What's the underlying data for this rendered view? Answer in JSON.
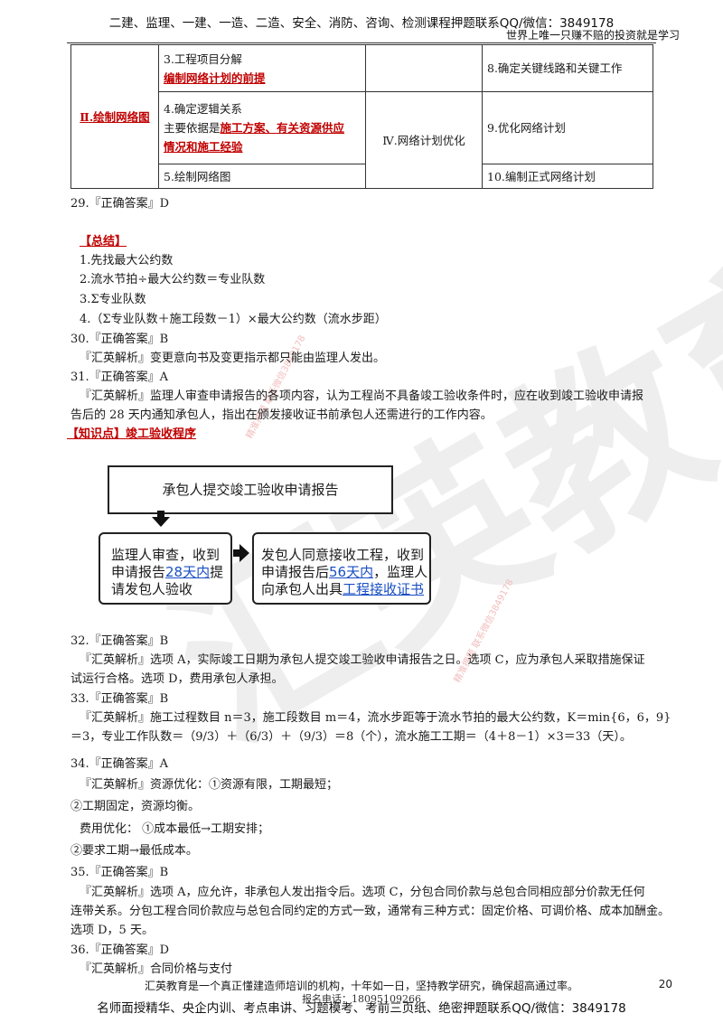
{
  "header": {
    "title": "二建、监理、一建、一造、二造、安全、消防、咨询、检测课程押题联系QQ/微信：3849178",
    "subtitle": "世界上唯一只赚不赔的投资就是学习"
  },
  "table": {
    "section2_label": "Ⅱ.绘制网络图",
    "step3_label": "3.工程项目分解",
    "step3_note": "编制网络计划的前提",
    "step4_label": "4.确定逻辑关系",
    "step4_prefix": "主要依据是",
    "step4_red1": "施工方案、有关资源供应",
    "step4_red2": "情况和施工经验",
    "step5_label": "5.绘制网络图",
    "section4_label": "Ⅳ.网络计划优化",
    "step8_label": "8.确定关键线路和关键工作",
    "step9_label": "9.优化网络计划",
    "step10_label": "10.编制正式网络计划"
  },
  "content": {
    "q29_answer": "29.『正确答案』D",
    "summary_title": "【总结】",
    "summary_1": "1.先找最大公约数",
    "summary_2": "2.流水节拍÷最大公约数＝专业队数",
    "summary_3": "3.Σ专业队数",
    "summary_4": "4.（Σ专业队数＋施工段数－1）×最大公约数（流水步距）",
    "q30_answer": "30.『正确答案』B",
    "q30_analysis": "『汇英解析』变更意向书及变更指示都只能由监理人发出。",
    "q31_answer": "31.『正确答案』A",
    "q31_analysis_1": "『汇英解析』监理人审查申请报告的各项内容，认为工程尚不具备竣工验收条件时，应在收到竣工验收申请报",
    "q31_analysis_2": "告后的 28 天内通知承包人，指出在颁发接收证书前承包人还需进行的工作内容。",
    "knowledge_title": "【知识点】竣工验收程序",
    "q32_answer": "32.『正确答案』B",
    "q32_analysis_1": "『汇英解析』选项 A，实际竣工日期为承包人提交竣工验收申请报告之日。选项 C，应为承包人采取措施保证",
    "q32_analysis_2": "试运行合格。选项 D，费用承包人承担。",
    "q33_answer": "33.『正确答案』B",
    "q33_analysis_1": "『汇英解析』施工过程数目 n＝3，施工段数目 m＝4，流水步距等于流水节拍的最大公约数，K＝min{6，6，9}",
    "q33_analysis_2": "＝3，专业工作队数＝（9/3）＋（6/3）＋（9/3）＝8（个），流水施工工期＝（4＋8－1）×3＝33（天）。",
    "q34_answer": "34.『正确答案』A",
    "q34_analysis_1": "『汇英解析』资源优化：①资源有限，工期最短；",
    "q34_analysis_2": "②工期固定，资源均衡。",
    "q34_analysis_3": "费用优化：  ①成本最低→工期安排；",
    "q34_analysis_4": "②要求工期→最低成本。",
    "q35_answer": "35.『正确答案』B",
    "q35_analysis_1": "『汇英解析』选项 A，应允许，非承包人发出指令后。选项 C，分包合同价款与总包合同相应部分价款无任何",
    "q35_analysis_2": "连带关系。分包工程合同价款应与总包合同约定的方式一致，通常有三种方式：固定价格、可调价格、成本加酬金。",
    "q35_analysis_3": "选项 D，5 天。",
    "q36_answer": "36.『正确答案』D",
    "q36_analysis_1": "『汇英解析』合同价格与支付"
  },
  "flowchart": {
    "top_box": "承包人提交竣工验收申请报告",
    "left_box_line1": "监理人审查，收到",
    "left_box_line2_prefix": "申请报告",
    "left_box_line2_blue": "28天内",
    "left_box_line2_suffix": "提",
    "left_box_line3": "请发包人验收",
    "right_box_line1": "发包人同意接收工程，收到",
    "right_box_line2_prefix": "申请报告后",
    "right_box_line2_blue": "56天内",
    "right_box_line2_suffix": "，监理人",
    "right_box_line3_prefix": "向承包人出具",
    "right_box_line3_blue": "工程接收证书"
  },
  "watermark": {
    "big": "汇英教育",
    "small": "精准押题 联系微信3849178"
  },
  "footer": {
    "slogan": "汇英教育是一个真正懂建造师培训的机构，十年如一日，坚持教学研究，确保超高通过率。",
    "page_number": "20",
    "phone": "报名电话：18095109266",
    "bottom": "名师面授精华、央企内训、考点串讲、习题模考、考前三页纸、绝密押题联系QQ/微信：3849178"
  },
  "colors": {
    "red": "#c00000",
    "blue": "#1a4fc4",
    "watermark": "#eeeeee"
  }
}
